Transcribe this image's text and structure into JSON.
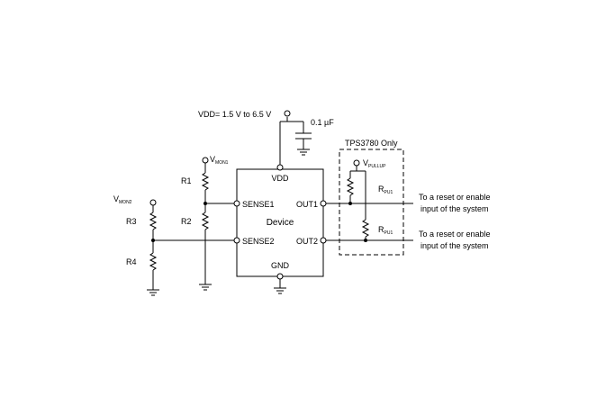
{
  "vdd_supply": "VDD= 1.5 V to 6.5 V",
  "capacitor": "0.1 µF",
  "option_region": "TPS3780 Only",
  "vmon1": {
    "main": "V",
    "sub": "MON1"
  },
  "vmon2": {
    "main": "V",
    "sub": "MON2"
  },
  "vpullup": {
    "main": "V",
    "sub": "PULLUP"
  },
  "rpu1_top": {
    "main": "R",
    "sub": "PU1"
  },
  "rpu1_bottom": {
    "main": "R",
    "sub": "PU1"
  },
  "resistors": {
    "r1": "R1",
    "r2": "R2",
    "r3": "R3",
    "r4": "R4"
  },
  "device": {
    "name": "Device",
    "pins": {
      "vdd": "VDD",
      "sense1": "SENSE1",
      "sense2": "SENSE2",
      "out1": "OUT1",
      "out2": "OUT2",
      "gnd": "GND"
    }
  },
  "outputs": [
    {
      "line1": "To a reset or enable",
      "line2": "input of the system"
    },
    {
      "line1": "To a reset or enable",
      "line2": "input of the system"
    }
  ]
}
